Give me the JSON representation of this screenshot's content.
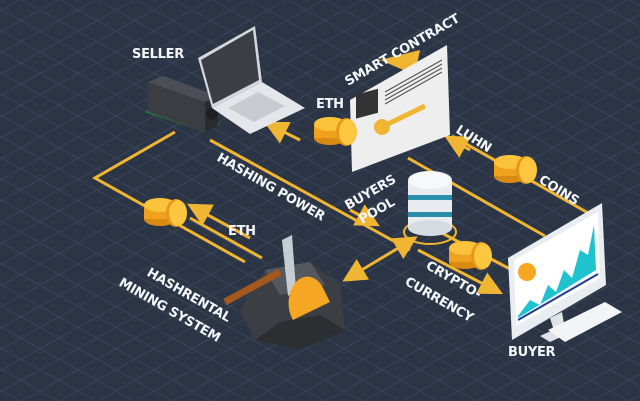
{
  "diagram": {
    "title": "Hashrental mining flow",
    "labels": {
      "seller": "SELLER",
      "smart_contract": "SMART CONTRACT",
      "eth_top": "ETH",
      "luhn": "LUHN",
      "coins": "COINS",
      "hashing_power": "HASHING POWER",
      "buyers_pool_1": "BUYERS",
      "buyers_pool_2": "POOL",
      "eth_left": "ETH",
      "hashrental_1": "HASHRENTAL",
      "hashrental_2": "MINING SYSTEM",
      "crypto_1": "CRYPTO-",
      "crypto_2": "CURRENCY",
      "buyer": "BUYER"
    },
    "colors": {
      "background": "#2b3546",
      "flow_line": "#f0b532",
      "coin": "#f5a623",
      "chart": "#1fc3d0"
    }
  }
}
